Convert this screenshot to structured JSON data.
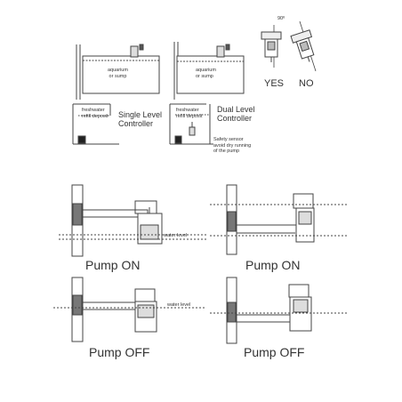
{
  "top_left": {
    "aquarium_line1": "aquarium",
    "aquarium_line2": "or sump",
    "freshwater_line1": "freshwater",
    "freshwater_line2": "refill deposit",
    "controller_line1": "Single Level",
    "controller_line2": "Controller"
  },
  "top_middle": {
    "aquarium_line1": "aquarium",
    "aquarium_line2": "or sump",
    "freshwater_line1": "freshwater",
    "freshwater_line2": "refill deposit",
    "controller_line1": "Dual Level",
    "controller_line2": "Controller",
    "safety_line1": "Safety sensor",
    "safety_line2": "avoid dry running",
    "safety_line3": "of the pump"
  },
  "orientation": {
    "angle": "90º",
    "yes": "YES",
    "no": "NO"
  },
  "panels": {
    "p1": {
      "caption": "Pump ON",
      "water_level": "water level"
    },
    "p2": {
      "caption": "Pump ON"
    },
    "p3": {
      "caption": "Pump OFF",
      "water_level": "water level"
    },
    "p4": {
      "caption": "Pump OFF"
    }
  }
}
